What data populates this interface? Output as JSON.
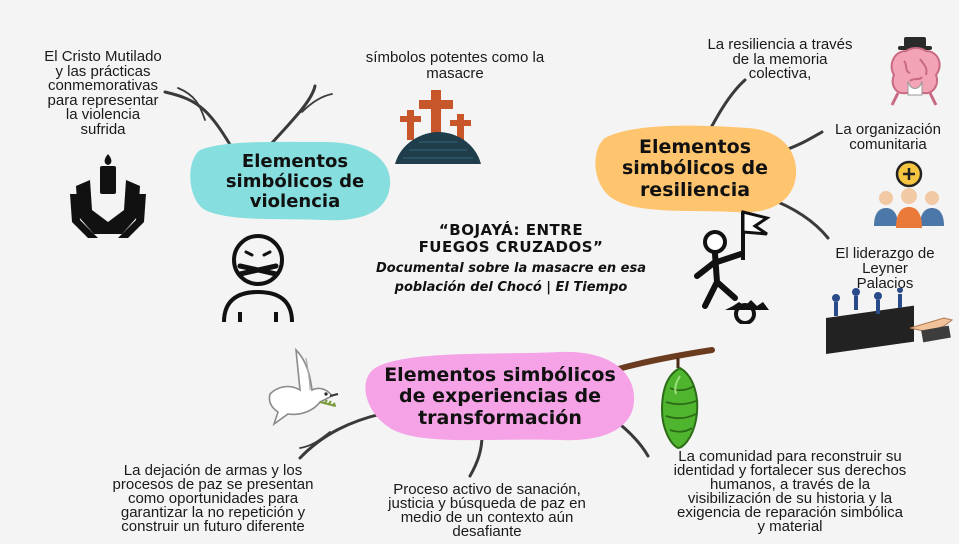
{
  "center": {
    "title_line1": "“BOJAYÁ: ENTRE",
    "title_line2": "FUEGOS CRUZADOS”",
    "subtitle_line1": "Documental sobre la masacre en esa",
    "subtitle_line2": "población del Chocó | El Tiempo"
  },
  "nodes": {
    "violencia": {
      "label_line1": "Elementos",
      "label_line2": "simbólicos de",
      "label_line3": "violencia",
      "color": "#86dede",
      "leaves": [
        {
          "lines": [
            "El Cristo Mutilado",
            "y las prácticas",
            "conmemorativas",
            "para representar",
            "la violencia",
            "sufrida"
          ]
        },
        {
          "lines": [
            "símbolos potentes como la",
            "masacre"
          ]
        }
      ]
    },
    "resiliencia": {
      "label_line1": "Elementos",
      "label_line2": "simbólicos de",
      "label_line3": "resiliencia",
      "color": "#ffc56e",
      "leaves": [
        {
          "lines": [
            "La resiliencia a través",
            "de la memoria",
            "colectiva,"
          ]
        },
        {
          "lines": [
            "La organización",
            "comunitaria"
          ]
        },
        {
          "lines": [
            "El liderazgo de",
            "Leyner",
            "Palacios"
          ]
        }
      ]
    },
    "transformacion": {
      "label_line1": "Elementos simbólicos",
      "label_line2": "de experiencias de",
      "label_line3": "transformación",
      "color": "#f5a3e6",
      "leaves": [
        {
          "lines": [
            "La dejación de armas y los",
            "procesos de paz se presentan",
            "como oportunidades para",
            "garantizar la no repetición y",
            "construir un futuro diferente"
          ]
        },
        {
          "lines": [
            "Proceso activo de sanación,",
            "justicia y búsqueda de paz en",
            "medio de un contexto aún",
            "desafiante"
          ]
        },
        {
          "lines": [
            "La comunidad para reconstruir su",
            "identidad y fortalecer sus derechos",
            "humanos, a través de la",
            "visibilización de su historia y la",
            "exigencia de reparación simbólica",
            "y material"
          ]
        }
      ]
    }
  },
  "icons": [
    "hands-candle-icon",
    "crosses-hill-icon",
    "gagged-person-icon",
    "brain-icon",
    "community-group-icon",
    "climber-flag-icon",
    "leadership-race-icon",
    "dove-icon",
    "chrysalis-icon"
  ]
}
